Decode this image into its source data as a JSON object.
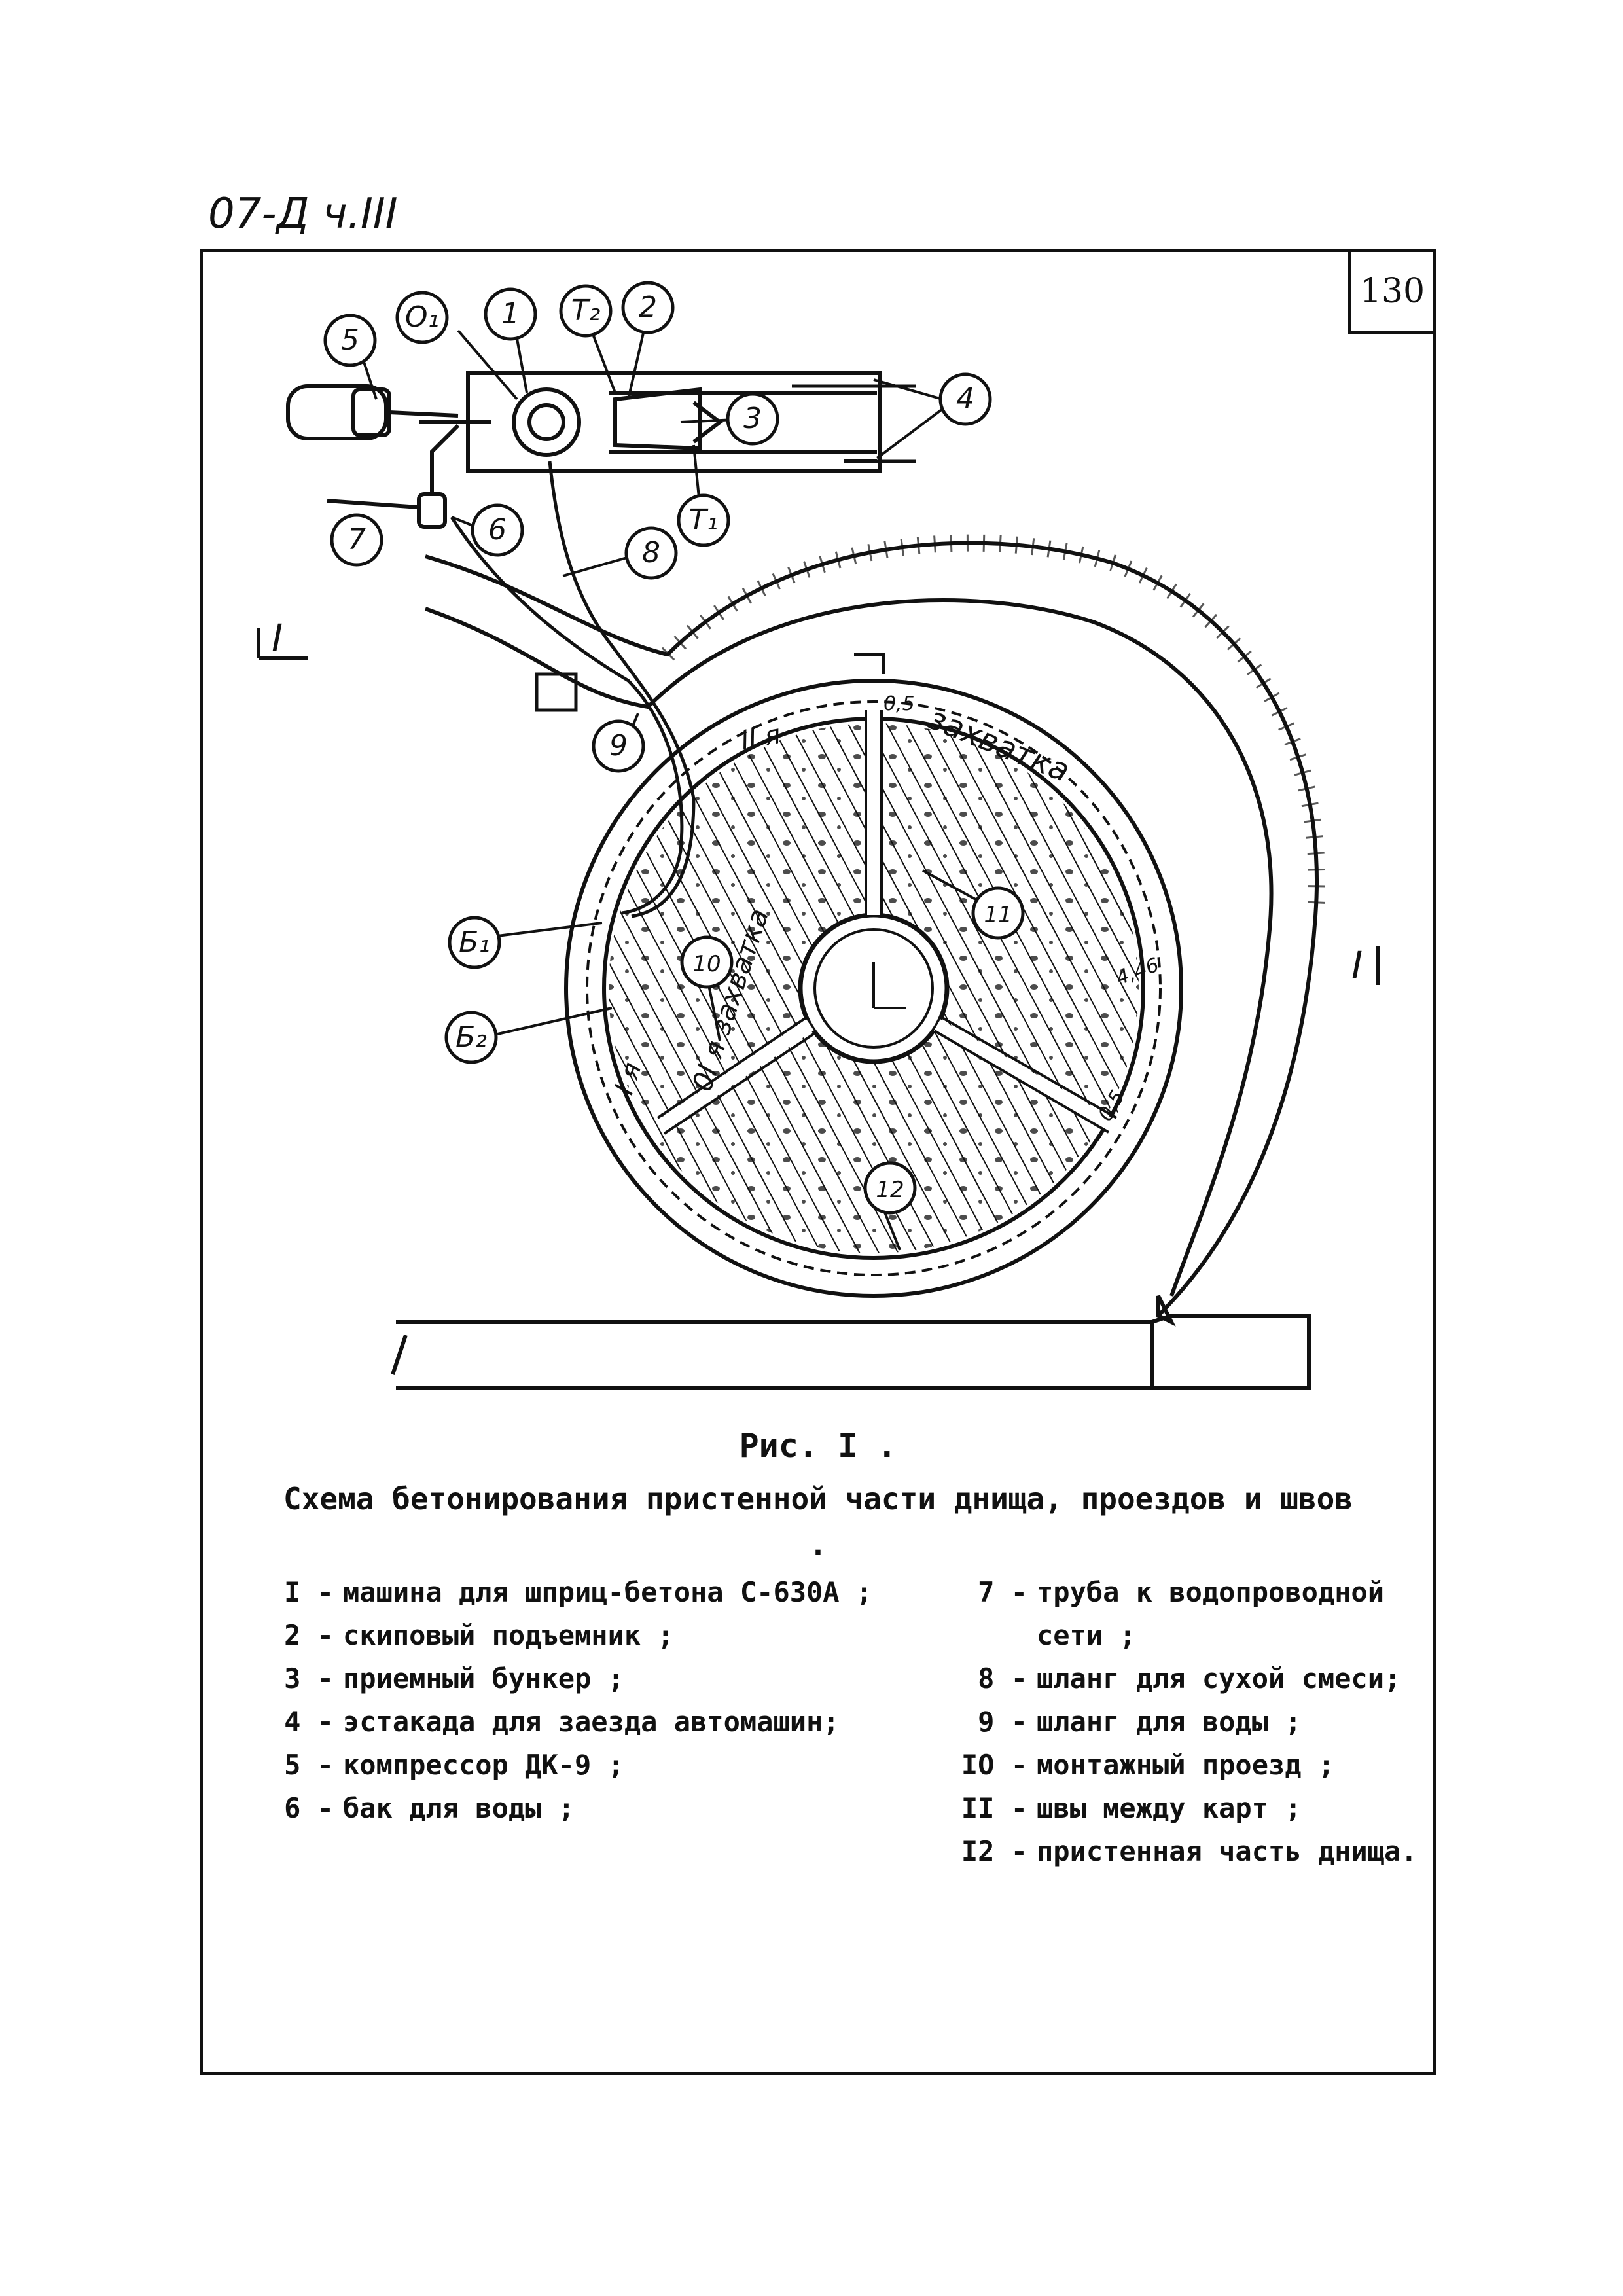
{
  "handwritten_note": "07-Д ч.III",
  "page_number": "130",
  "figure": {
    "number": "Рис. I .",
    "title": "Схема бетонирования пристенной части днища, проездов и швов ."
  },
  "diagram_labels": {
    "markers": [
      "1",
      "2",
      "3",
      "4",
      "5",
      "6",
      "7",
      "8",
      "9",
      "10",
      "11",
      "12",
      "О₁",
      "Т₂",
      "Т₁",
      "Б₁",
      "Б₂"
    ],
    "section_left": "I",
    "section_right": "I",
    "zone_2": "II я",
    "zone_1": "I я",
    "grip": "захватка",
    "grip_1": "0I я захватка",
    "dim_05_top": "0,5",
    "dim_05_right": "0,5",
    "dim_446": "4,46"
  },
  "legend": {
    "left": [
      {
        "num": "I -",
        "text": "машина для шприц-бетона С-630А ;"
      },
      {
        "num": "2 -",
        "text": "скиповый подъемник ;"
      },
      {
        "num": "3 -",
        "text": "приемный бункер ;"
      },
      {
        "num": "4 -",
        "text": "эстакада для заезда автомашин;"
      },
      {
        "num": "5 -",
        "text": "компрессор ДК-9 ;"
      },
      {
        "num": "6 -",
        "text": "бак для воды ;"
      }
    ],
    "right": [
      {
        "num": "7 -",
        "text": "труба к водопроводной сети ;"
      },
      {
        "num": "8 -",
        "text": "шланг для сухой смеси;"
      },
      {
        "num": "9 -",
        "text": "шланг для воды ;"
      },
      {
        "num": "IO -",
        "text": "монтажный проезд ;"
      },
      {
        "num": "II -",
        "text": "швы между карт ;"
      },
      {
        "num": "I2 -",
        "text": "пристенная часть днища."
      }
    ]
  }
}
